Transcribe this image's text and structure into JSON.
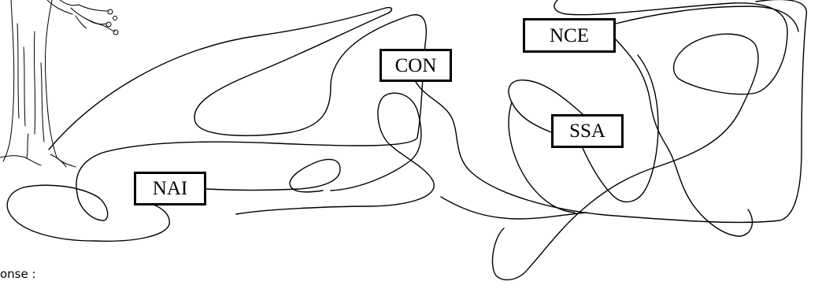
{
  "labels": {
    "nce": "NCE",
    "con": "CON",
    "ssa": "SSA",
    "nai": "NAI"
  },
  "response_label": "onse :",
  "colors": {
    "ink": "#000000",
    "background": "#ffffff"
  },
  "icons": [
    "tree-drawing"
  ]
}
